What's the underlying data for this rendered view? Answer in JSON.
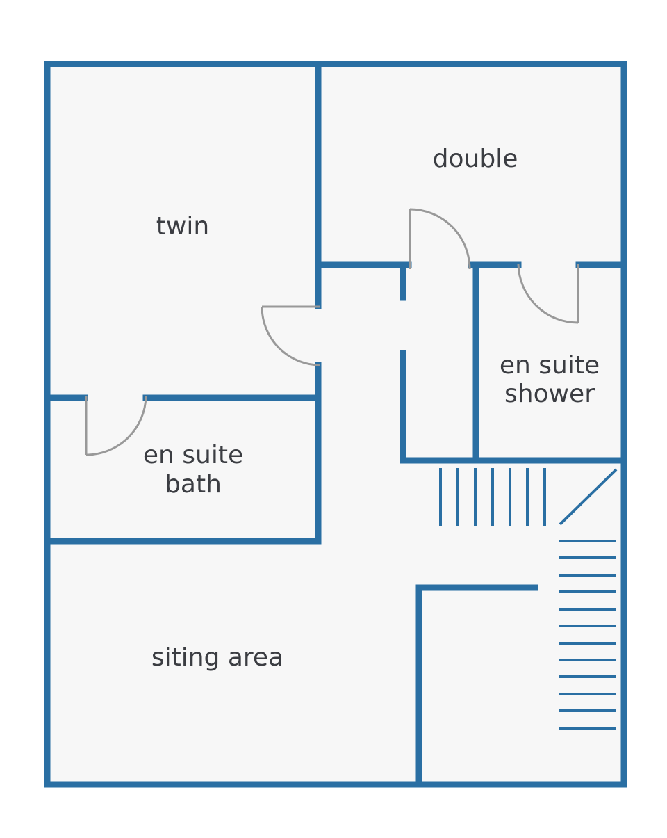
{
  "plan": {
    "colors": {
      "wall": "#2a6fa3",
      "floor": "#f7f7f7",
      "door": "#999999",
      "label": "#3b3d42",
      "background": "#ffffff"
    },
    "rooms": {
      "twin": "twin",
      "double": "double",
      "ensuite_shower_line1": "en suite",
      "ensuite_shower_line2": "shower",
      "ensuite_bath_line1": "en suite",
      "ensuite_bath_line2": "bath",
      "sitting_area": "siting area"
    }
  }
}
